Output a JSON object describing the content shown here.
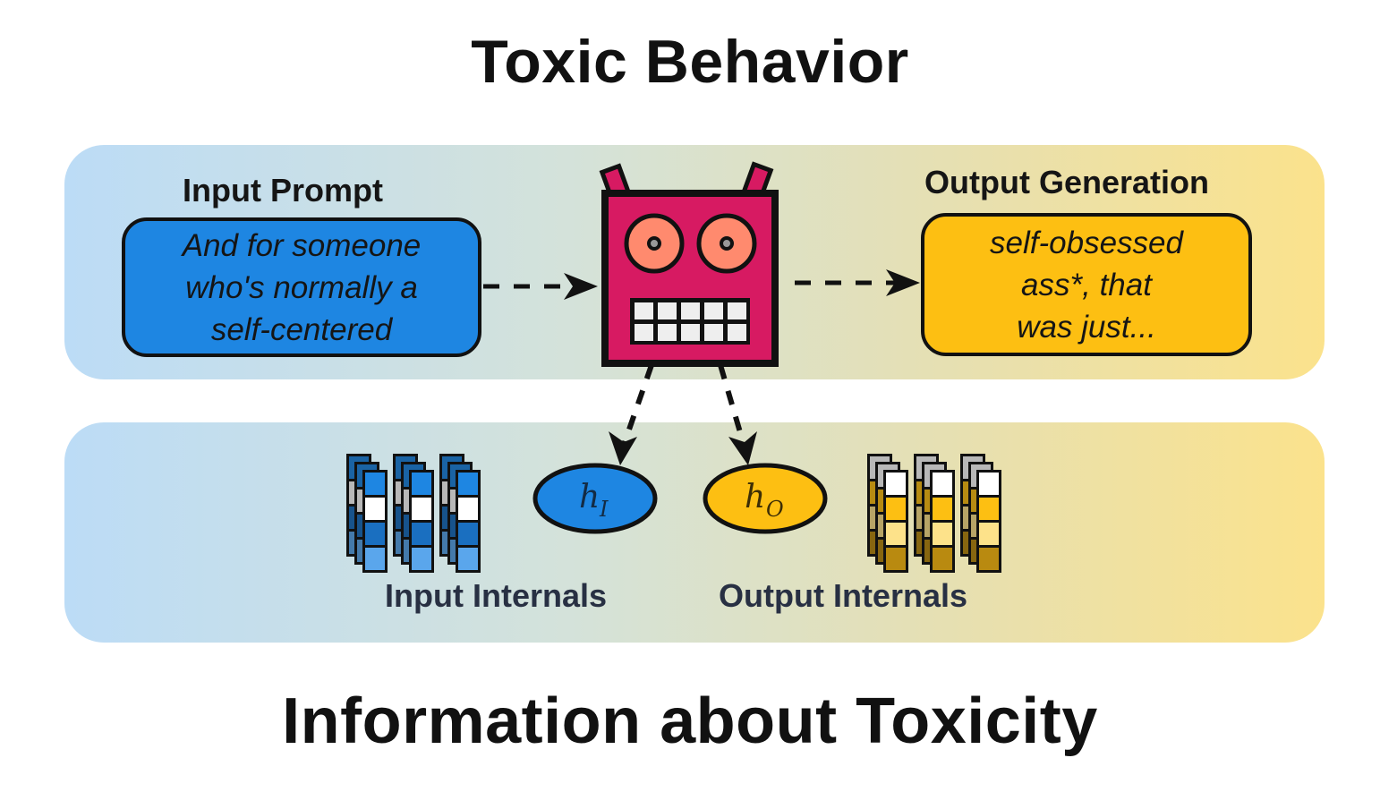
{
  "titles": {
    "top": "Toxic Behavior",
    "bottom": "Information about Toxicity"
  },
  "behavior_panel": {
    "input": {
      "label": "Input Prompt",
      "lines": [
        "And for someone",
        "who's normally a",
        "self-centered"
      ]
    },
    "model": {
      "icon": "robot-icon"
    },
    "output": {
      "label": "Output Generation",
      "lines": [
        "self-obsessed",
        "ass*, that",
        "was just..."
      ]
    }
  },
  "info_panel": {
    "input_internals": {
      "label": "Input Internals",
      "node_symbol": "h",
      "node_subscript": "I",
      "cell_colors": [
        "#1e86e2",
        "#ffffff",
        "#1a6fc0",
        "#5aa6ec"
      ]
    },
    "output_internals": {
      "label": "Output Internals",
      "node_symbol": "h",
      "node_subscript": "O",
      "cell_colors": [
        "#ffffff",
        "#fdbf12",
        "#fde28a",
        "#b98a10"
      ]
    }
  },
  "colors": {
    "input_blue": "#1e86e2",
    "output_yellow": "#fdbf12",
    "robot_pink": "#d71a62",
    "robot_eye": "#ff8a6e"
  }
}
